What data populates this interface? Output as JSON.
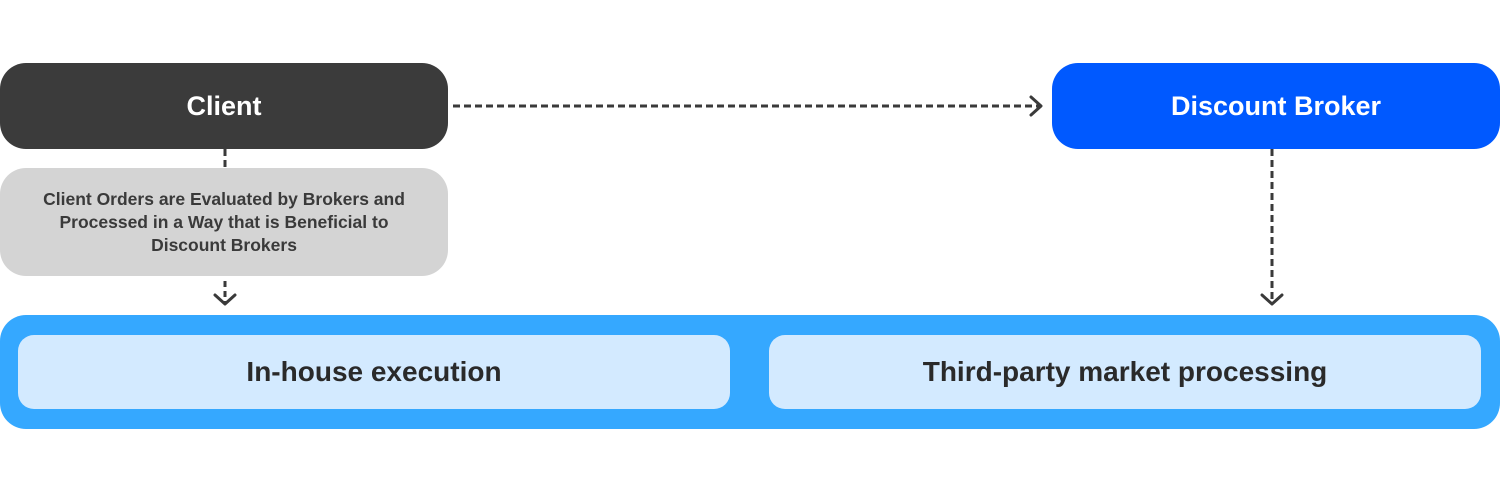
{
  "diagram": {
    "nodes": {
      "client": {
        "label": "Client",
        "color": "#3b3b3b"
      },
      "discount_broker": {
        "label": "Discount Broker",
        "color": "#0059ff"
      },
      "evaluation_note": {
        "label": "Client Orders are Evaluated by Brokers and Processed in a Way that is Beneficial to Discount Brokers",
        "color": "#d4d4d4"
      }
    },
    "execution_group": {
      "color": "#35a8ff",
      "options": [
        {
          "label": "In-house execution",
          "color": "#d3eaff"
        },
        {
          "label": "Third-party market processing",
          "color": "#d3eaff"
        }
      ]
    },
    "edges": [
      {
        "from": "client",
        "to": "discount_broker",
        "style": "dashed-arrow"
      },
      {
        "from": "client",
        "to": "evaluation_note",
        "style": "dashed"
      },
      {
        "from": "evaluation_note",
        "to": "In-house execution",
        "style": "dashed-arrow"
      },
      {
        "from": "discount_broker",
        "to": "Third-party market processing",
        "style": "dashed-arrow"
      }
    ],
    "line_color": "#3a3a3a"
  }
}
